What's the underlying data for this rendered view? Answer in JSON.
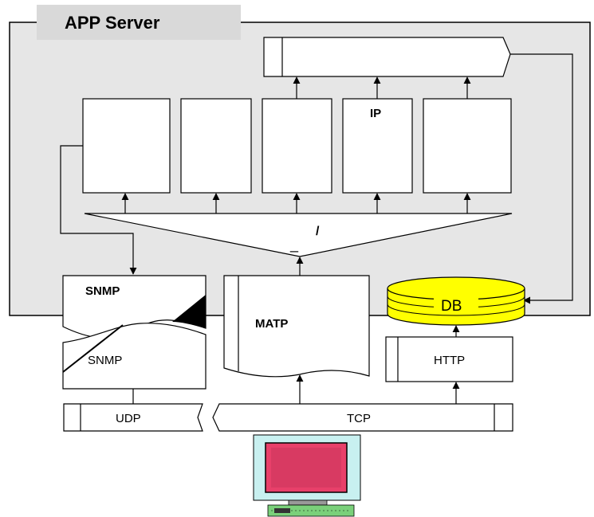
{
  "app_server": {
    "title": "APP Server"
  },
  "modules": {
    "ip_label": "IP"
  },
  "funnel": {
    "slash": "/",
    "underscore": "_"
  },
  "snmp_agent": {
    "label": "SNMP"
  },
  "snmp_stack": {
    "label": "SNMP"
  },
  "matp": {
    "label": "MATP"
  },
  "db": {
    "label": "DB"
  },
  "http": {
    "label": "HTTP"
  },
  "udp": {
    "label": "UDP"
  },
  "tcp": {
    "label": "TCP"
  },
  "colors": {
    "server_bg": "#e6e6e6",
    "db_fill": "#ffff00",
    "screen": "#e8406a",
    "monitor": "#c8f0f0",
    "keyboard": "#7ad07a"
  }
}
